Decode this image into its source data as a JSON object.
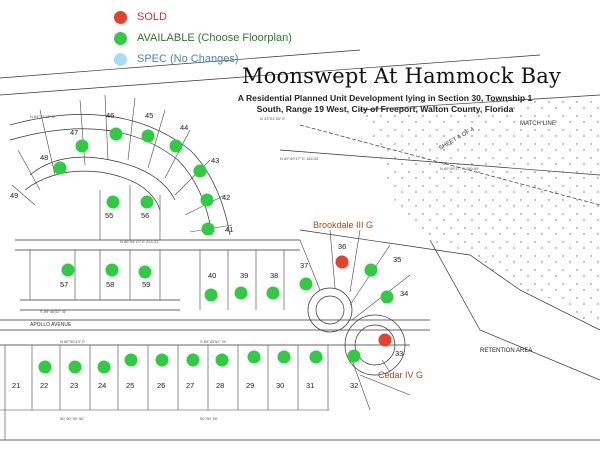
{
  "legend": {
    "sold": {
      "label": "SOLD",
      "color": "#e8412b",
      "text_color": "#c0392b"
    },
    "available": {
      "label": "AVAILABLE (Choose Floorplan)",
      "color": "#2ecc40",
      "text_color": "#2a7b2a"
    },
    "spec": {
      "label": "SPEC (No Changes)",
      "color": "#a8dcf2",
      "text_color": "#4a86b8"
    }
  },
  "title": "Moonswept At Hammock Bay",
  "subtitle": "A Residential Planned Unit Development lying in Section 30, Township 1 South, Range 19 West, City of Freeport, Walton County, Florida",
  "callouts": {
    "brookdale": "Brookdale III G",
    "cedar": "Cedar IV G"
  },
  "labels": {
    "retention_area": "RETENTION AREA",
    "sheet_4_of_4": "SHEET 4 OF 4",
    "match_line": "MATCH LINE",
    "apollo_avenue": "APOLLO AVENUE"
  },
  "lots": [
    {
      "id": "21",
      "status": "none"
    },
    {
      "id": "22",
      "status": "available"
    },
    {
      "id": "23",
      "status": "available"
    },
    {
      "id": "24",
      "status": "available"
    },
    {
      "id": "25",
      "status": "available"
    },
    {
      "id": "26",
      "status": "available"
    },
    {
      "id": "27",
      "status": "available"
    },
    {
      "id": "28",
      "status": "available"
    },
    {
      "id": "29",
      "status": "available"
    },
    {
      "id": "30",
      "status": "available"
    },
    {
      "id": "31",
      "status": "available"
    },
    {
      "id": "32",
      "status": "available"
    },
    {
      "id": "33",
      "status": "sold"
    },
    {
      "id": "34",
      "status": "available"
    },
    {
      "id": "35",
      "status": "available"
    },
    {
      "id": "36",
      "status": "sold"
    },
    {
      "id": "37",
      "status": "available"
    },
    {
      "id": "38",
      "status": "available"
    },
    {
      "id": "39",
      "status": "available"
    },
    {
      "id": "40",
      "status": "available"
    },
    {
      "id": "41",
      "status": "available"
    },
    {
      "id": "42",
      "status": "available"
    },
    {
      "id": "43",
      "status": "available"
    },
    {
      "id": "44",
      "status": "available"
    },
    {
      "id": "45",
      "status": "available"
    },
    {
      "id": "46",
      "status": "available"
    },
    {
      "id": "47",
      "status": "available"
    },
    {
      "id": "48",
      "status": "available"
    },
    {
      "id": "49",
      "status": "none"
    },
    {
      "id": "55",
      "status": "available"
    },
    {
      "id": "56",
      "status": "available"
    },
    {
      "id": "57",
      "status": "available"
    },
    {
      "id": "58",
      "status": "available"
    },
    {
      "id": "59",
      "status": "available"
    }
  ]
}
